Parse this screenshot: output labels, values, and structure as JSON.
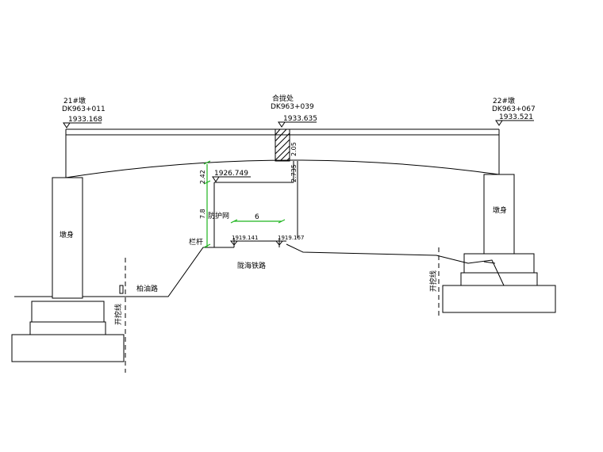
{
  "pier21": {
    "name": "21#墩",
    "station": "DK963+011",
    "elevation": "1933.168",
    "body_label": "墩身"
  },
  "closure": {
    "name": "合拢处",
    "station": "DK963+039",
    "elevation": "1933.635",
    "dim_a": "2.05",
    "dim_b": "2.735"
  },
  "pier22": {
    "name": "22#墩",
    "station": "DK963+067",
    "elevation": "1933.521",
    "body_label": "墩身"
  },
  "clearance": {
    "elevation": "1926.749",
    "dim_left": "2.42",
    "dim_height": "7.8",
    "width": "6"
  },
  "labels": {
    "fence": "防护网",
    "railing": "栏杆",
    "railway": "陇海铁路",
    "asphalt_road": "柏油路",
    "excavation_left": "开挖线",
    "excavation_right": "开挖线"
  },
  "rail_elevations": {
    "left": "1919.141",
    "right": "1919.167"
  },
  "colors": {
    "line": "#000000",
    "dimension": "#1fb41f"
  }
}
